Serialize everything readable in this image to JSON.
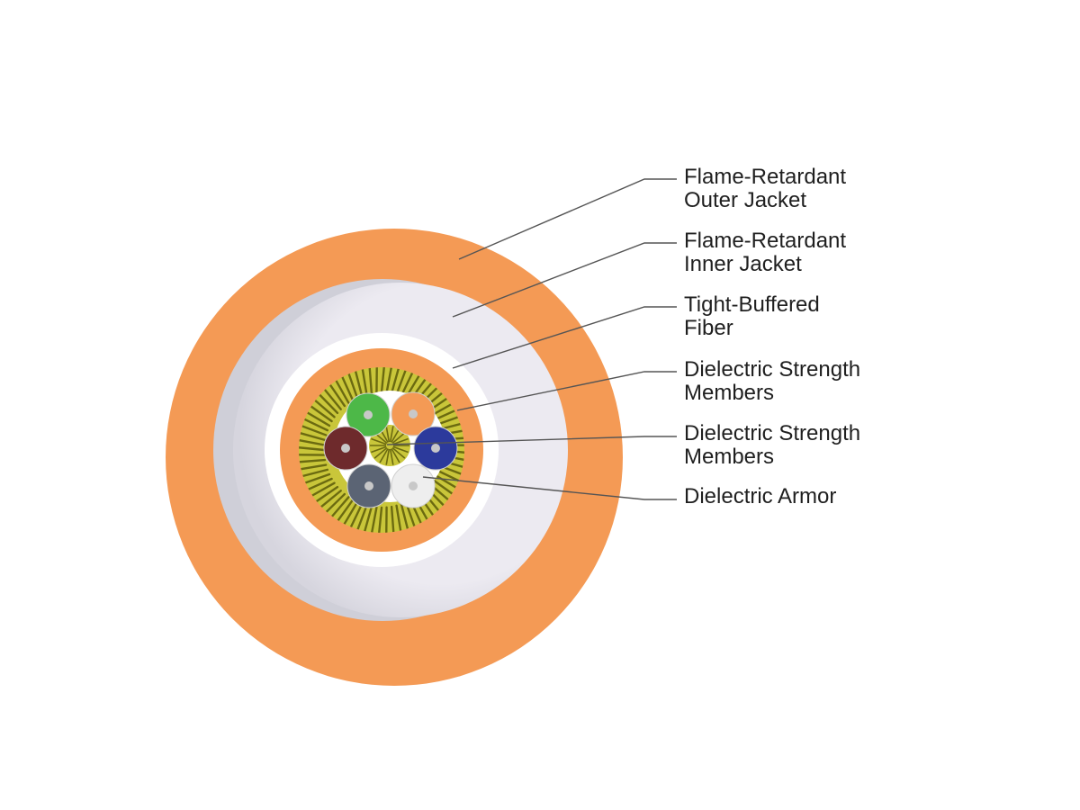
{
  "diagram": {
    "labels": [
      {
        "line1": "Flame-Retardant",
        "line2": "Outer Jacket"
      },
      {
        "line1": "Flame-Retardant",
        "line2": "Inner Jacket"
      },
      {
        "line1": "Tight-Buffered",
        "line2": "Fiber"
      },
      {
        "line1": "Dielectric Strength",
        "line2": "Members"
      },
      {
        "line1": "Dielectric Strength",
        "line2": "Members"
      },
      {
        "line1": "Dielectric Armor",
        "line2": ""
      }
    ],
    "colors": {
      "outer_jacket": "#f49a55",
      "inner_jacket": "#e9e8ef",
      "inner_jacket_shadow": "#cfcfd8",
      "buffer_ring": "#f49a55",
      "strength_yarn": "#c9c63a",
      "strength_yarn_dark": "#6b6a10",
      "fiber_green": "#4db848",
      "fiber_orange": "#f49a55",
      "fiber_blue": "#2c3a9c",
      "fiber_brown": "#6e2a2c",
      "fiber_slate": "#5b6474",
      "fiber_white": "#eeeeee",
      "fiber_core": "#c8c8c8",
      "leader_line": "#555555",
      "label_text": "#1f1f1f"
    }
  }
}
